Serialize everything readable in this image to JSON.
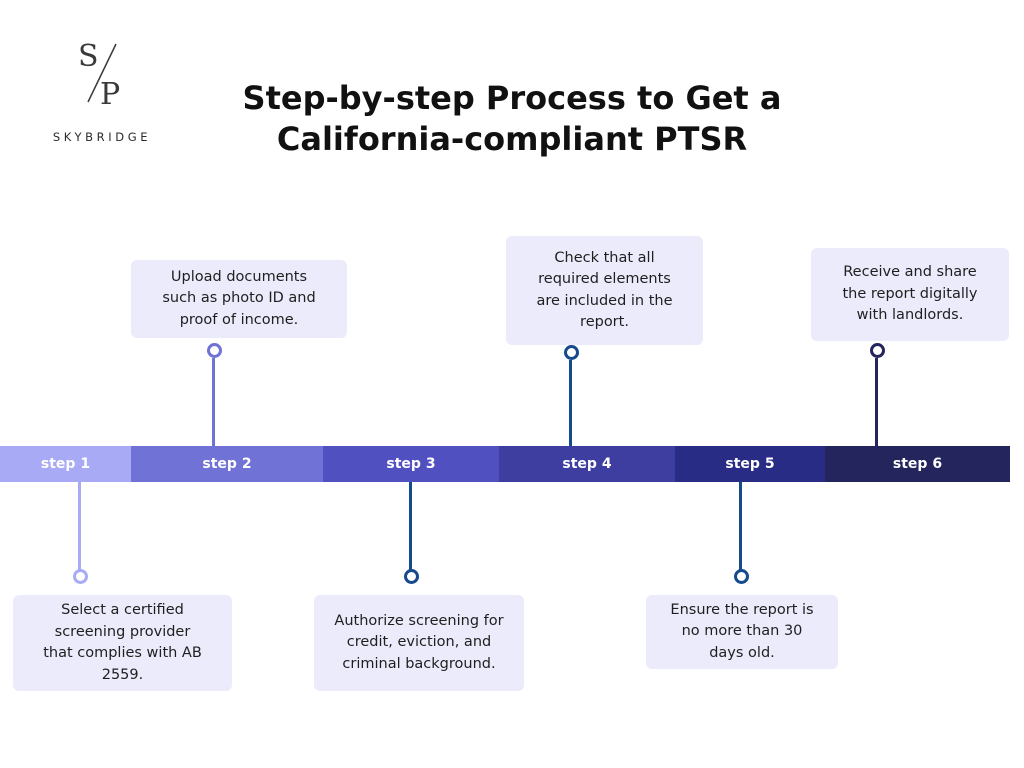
{
  "brand": {
    "monogram_top": "S",
    "monogram_bottom": "P",
    "wordmark": "SKYBRIDGE"
  },
  "title": {
    "line1": "Step-by-step Process to Get a",
    "line2": "California-compliant PTSR"
  },
  "steps": [
    {
      "label": "step 1",
      "color": "#a9aaf6",
      "box_lines": [
        "Select a certified",
        "screening provider",
        "that complies with AB",
        "2559."
      ]
    },
    {
      "label": "step 2",
      "color": "#7072d6",
      "box_lines": [
        "Upload documents",
        "such as photo ID and",
        "proof of income."
      ]
    },
    {
      "label": "step 3",
      "color": "#5150c0",
      "box_lines": [
        "Authorize screening for",
        "credit, eviction, and",
        "criminal background."
      ]
    },
    {
      "label": "step 4",
      "color": "#3d3ea0",
      "box_lines": [
        "Check that all",
        "required elements",
        "are included in the",
        "report."
      ]
    },
    {
      "label": "step 5",
      "color": "#292c84",
      "box_lines": [
        "Ensure the report is",
        "no more than 30",
        "days old."
      ]
    },
    {
      "label": "step 6",
      "color": "#25255e",
      "box_lines": [
        "Receive and share",
        "the report digitally",
        "with landlords."
      ]
    }
  ],
  "connector_colors": [
    "#a9aaf6",
    "#7072d6",
    "#174a8c",
    "#174a8c",
    "#174a8c",
    "#25255e"
  ]
}
